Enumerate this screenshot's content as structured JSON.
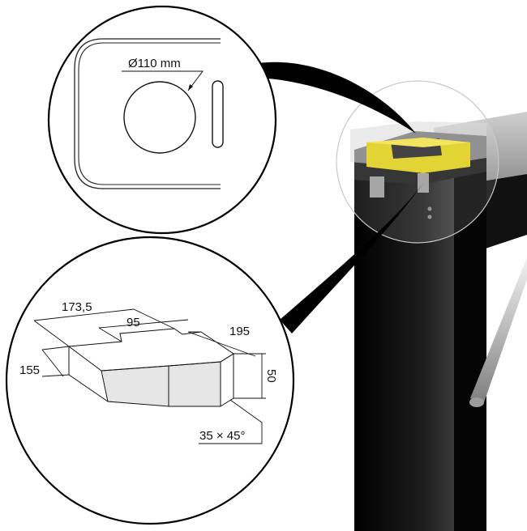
{
  "top_detail": {
    "diameter_label": "Ø110 mm"
  },
  "bottom_detail": {
    "dim_length": "173,5",
    "dim_middle": "95",
    "dim_right": "195",
    "dim_left": "155",
    "dim_height": "50",
    "dim_chamfer": "35 × 45°"
  },
  "colors": {
    "post": "#0d0d0d",
    "insert": "#e0cf1b",
    "panel": "#e8e8e8",
    "line": "#111111"
  }
}
